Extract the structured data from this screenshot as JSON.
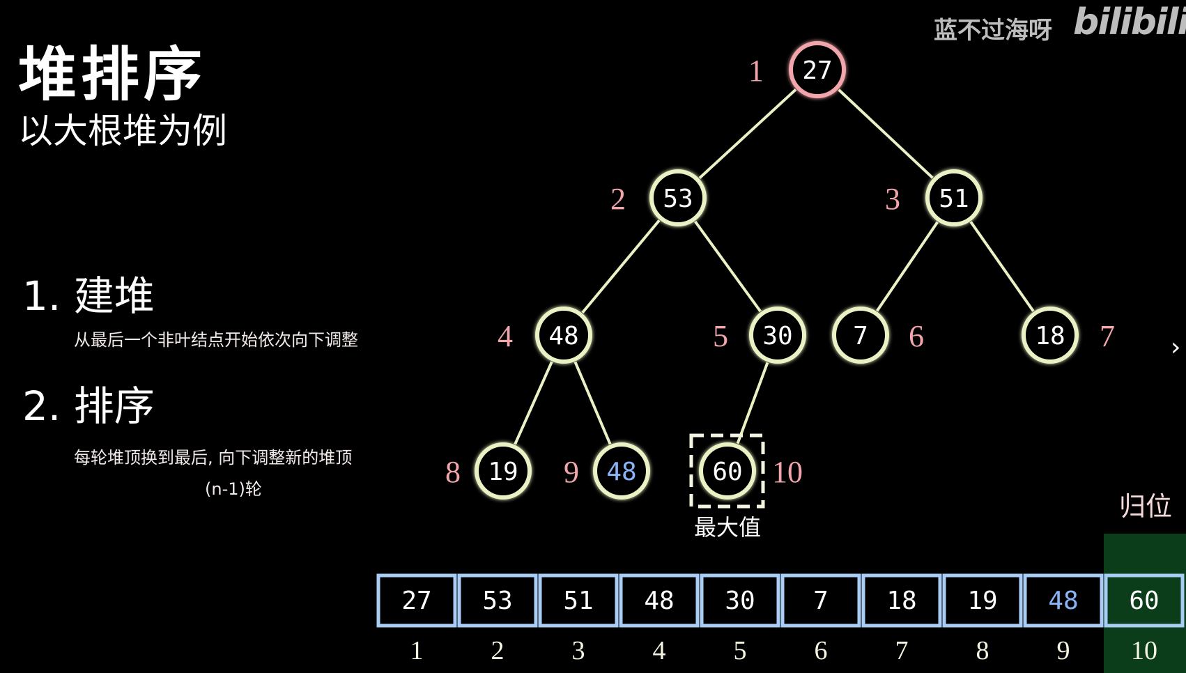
{
  "title": "堆排序",
  "subtitle": "以大根堆为例",
  "steps": [
    {
      "label": "1. 建堆",
      "desc": "从最后一个非叶结点开始依次向下调整"
    },
    {
      "label": "2. 排序",
      "desc": "每轮堆顶换到最后, 向下调整新的堆顶",
      "desc2": "(n-1)轮"
    }
  ],
  "watermark": "蓝不过海呀",
  "logo": "bilibili",
  "next_icon": "chevron-right-icon",
  "tree": {
    "nodes": [
      {
        "index": "1",
        "value": "27",
        "state": "root"
      },
      {
        "index": "2",
        "value": "53"
      },
      {
        "index": "3",
        "value": "51"
      },
      {
        "index": "4",
        "value": "48"
      },
      {
        "index": "5",
        "value": "30"
      },
      {
        "index": "6",
        "value": "7"
      },
      {
        "index": "7",
        "value": "18"
      },
      {
        "index": "8",
        "value": "19"
      },
      {
        "index": "9",
        "value": "48",
        "state": "highlight"
      },
      {
        "index": "10",
        "value": "60",
        "state": "max"
      }
    ],
    "max_label": "最大值"
  },
  "array": {
    "values": [
      "27",
      "53",
      "51",
      "48",
      "30",
      "7",
      "18",
      "19",
      "48",
      "60"
    ],
    "indices": [
      "1",
      "2",
      "3",
      "4",
      "5",
      "6",
      "7",
      "8",
      "9",
      "10"
    ],
    "highlight_index": 9,
    "placed_index": 10,
    "placed_label": "归位"
  },
  "colors": {
    "root": "#f2a6ab",
    "node": "#e9f2c4",
    "index": "#f2a6ab",
    "blue": "#8ab4f8",
    "box": "#a9cdf5",
    "placed": "#0b3d1a"
  }
}
